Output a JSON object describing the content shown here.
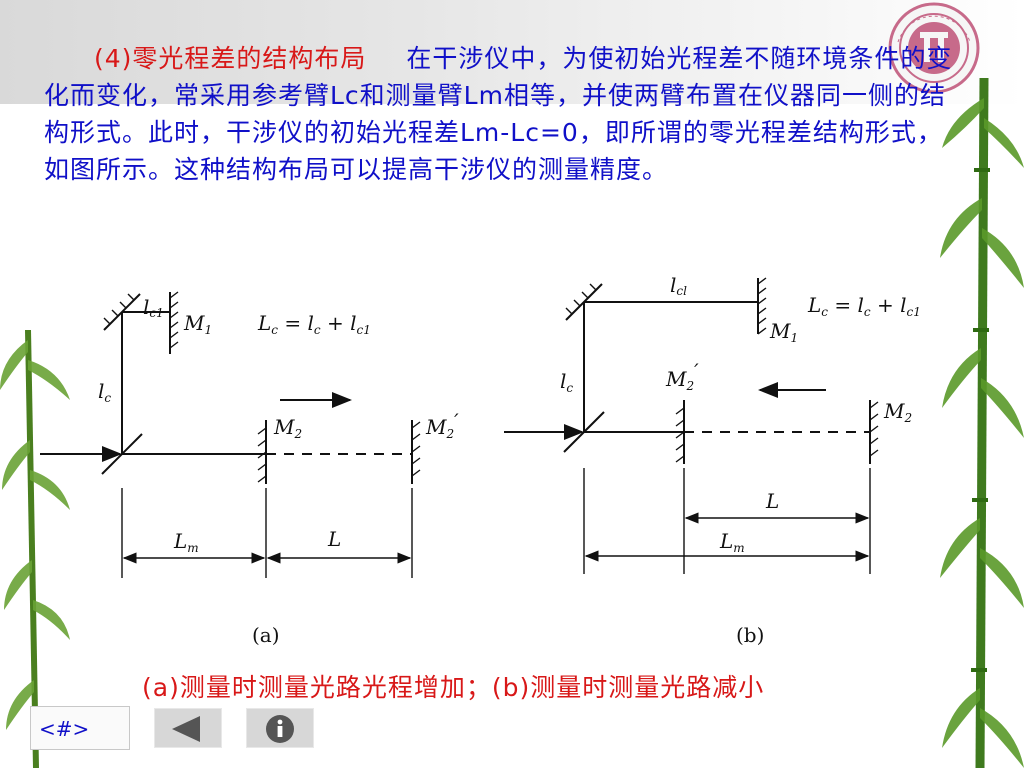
{
  "paragraph": {
    "heading": "(4)零光程差的结构布局",
    "body": "在干涉仪中，为使初始光程差不随环境条件的变化而变化，常采用参考臂Lc和测量臂Lm相等，并使两臂布置在仪器同一侧的结构形式。此时，干涉仪的初始光程差Lm-Lc=0，即所谓的零光程差结构形式，如图所示。这种结构布局可以提高干涉仪的测量精度。"
  },
  "diagram_a": {
    "lc1": "l",
    "lc1_sub": "c1",
    "m1": "M",
    "m1_sub": "1",
    "formula": "L",
    "formula_sub": "c",
    "formula_rest": " = l",
    "formula_sub2": "c",
    "formula_rest2": " + l",
    "formula_sub3": "c1",
    "lc": "l",
    "lc_sub": "c",
    "m2": "M",
    "m2_sub": "2",
    "m2p": "M",
    "m2p_sub": "2",
    "m2p_prime": "′",
    "lm": "L",
    "lm_sub": "m",
    "l": "L",
    "label": "(a)"
  },
  "diagram_b": {
    "lc1": "l",
    "lc1_sub": "cl",
    "m1": "M",
    "m1_sub": "1",
    "formula": "L",
    "formula_sub": "c",
    "formula_rest": " = l",
    "formula_sub2": "c",
    "formula_rest2": " + l",
    "formula_sub3": "c1",
    "lc": "l",
    "lc_sub": "c",
    "m2p": "M",
    "m2p_sub": "2",
    "m2p_prime": "′",
    "m2": "M",
    "m2_sub": "2",
    "l": "L",
    "lm": "L",
    "lm_sub": "m",
    "label": "(b)"
  },
  "caption": "(a)测量时测量光路光程增加；(b)测量时测量光路减小",
  "nav": {
    "slide_number": "<#>",
    "prev_icon": "left-triangle-icon",
    "info_icon": "info-icon"
  },
  "colors": {
    "body_text": "#1010c8",
    "heading_text": "#d81818",
    "bamboo": "#3f7a1e"
  }
}
